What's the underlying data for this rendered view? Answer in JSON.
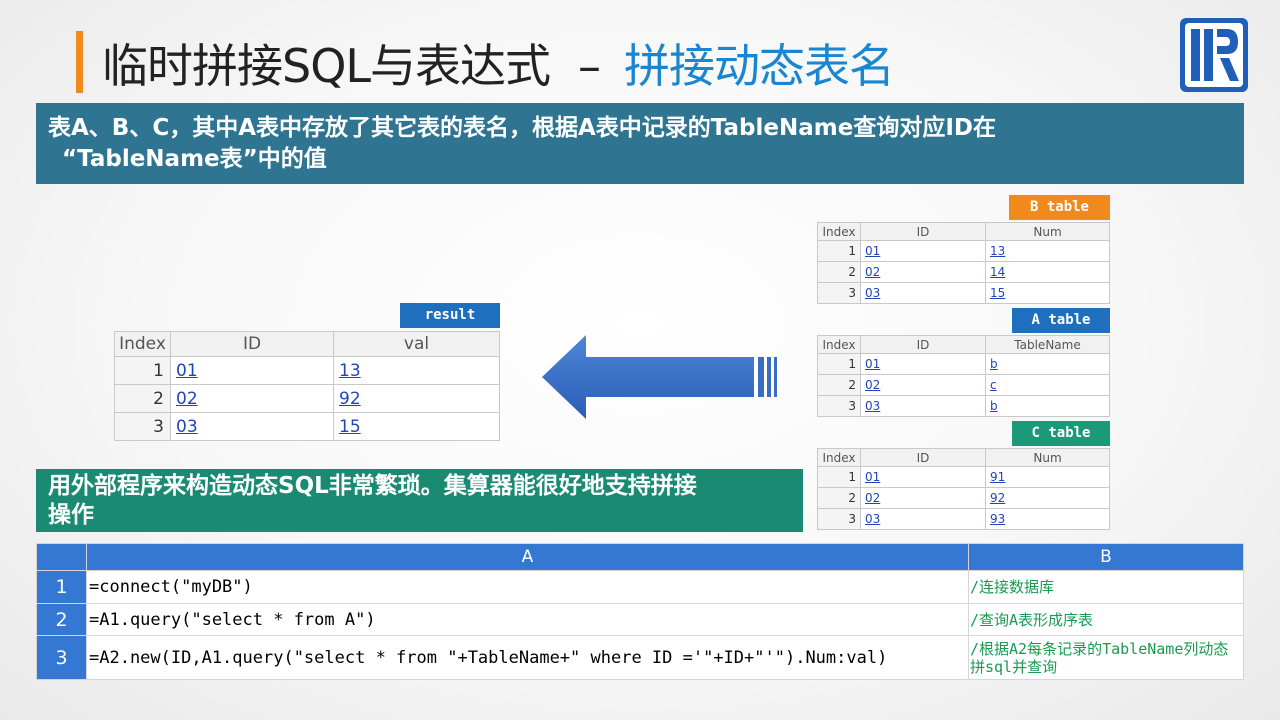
{
  "header": {
    "title": "临时拼接SQL与表达式",
    "dash": "–",
    "subtitle": "拼接动态表名"
  },
  "intro": {
    "line1": "表A、B、C，其中A表中存放了其它表的表名，根据A表中记录的TableName查询对应ID在",
    "line2": "“TableName表”中的值"
  },
  "result_table": {
    "tag": "result",
    "headers": [
      "Index",
      "ID",
      "val"
    ],
    "rows": [
      [
        "1",
        "01",
        "13"
      ],
      [
        "2",
        "02",
        "92"
      ],
      [
        "3",
        "03",
        "15"
      ]
    ]
  },
  "b_table": {
    "tag": "B table",
    "headers": [
      "Index",
      "ID",
      "Num"
    ],
    "rows": [
      [
        "1",
        "01",
        "13"
      ],
      [
        "2",
        "02",
        "14"
      ],
      [
        "3",
        "03",
        "15"
      ]
    ]
  },
  "a_table": {
    "tag": "A table",
    "headers": [
      "Index",
      "ID",
      "TableName"
    ],
    "rows": [
      [
        "1",
        "01",
        "b"
      ],
      [
        "2",
        "02",
        "c"
      ],
      [
        "3",
        "03",
        "b"
      ]
    ]
  },
  "c_table": {
    "tag": "C table",
    "headers": [
      "Index",
      "ID",
      "Num"
    ],
    "rows": [
      [
        "1",
        "01",
        "91"
      ],
      [
        "2",
        "02",
        "92"
      ],
      [
        "3",
        "03",
        "93"
      ]
    ]
  },
  "note": {
    "line1": "用外部程序来构造动态SQL非常繁琐。集算器能很好地支持拼接",
    "line2": "操作"
  },
  "code": {
    "col_a": "A",
    "col_b": "B",
    "rows": [
      {
        "num": "1",
        "code": "=connect(\"myDB\")",
        "comment": "/连接数据库"
      },
      {
        "num": "2",
        "code": "=A1.query(\"select * from A\")",
        "comment": "/查询A表形成序表"
      },
      {
        "num": "3",
        "code": "=A2.new(ID,A1.query(\"select * from \"+TableName+\" where ID ='\"+ID+\"'\").Num:val)",
        "comment": "/根据A2每条记录的TableName列动态拼sql并查询"
      }
    ]
  },
  "colors": {
    "accent_orange": "#f08a1c",
    "title_blue": "#1a86d0",
    "band_teal": "#2f7591",
    "band_green": "#1a8a72",
    "grid_blue": "#3478d4"
  },
  "icons": {
    "logo": "raqsoft-r-logo",
    "arrow": "left-arrow"
  }
}
